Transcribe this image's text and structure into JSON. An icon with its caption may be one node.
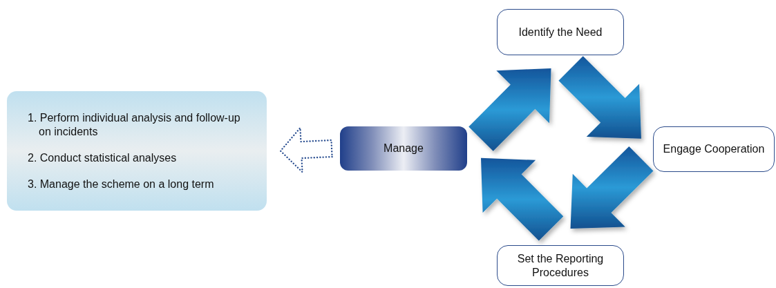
{
  "diagram": {
    "nodes": [
      {
        "text": [
          "1. Perform individual analysis and follow-up on incidents",
          "2. Conduct statistical analyses",
          "3. Manage the scheme on a long term"
        ]
      },
      {
        "text": [
          "Manage"
        ]
      },
      {
        "text": [
          "Identify the Need"
        ]
      },
      {
        "text": [
          "Engage Cooperation"
        ]
      },
      {
        "text": [
          "Set the Reporting Procedures"
        ]
      }
    ],
    "edges": [
      {
        "from": 1,
        "to": 0,
        "arrow": "to",
        "style": "dashed",
        "color": "#2b4f91"
      },
      {
        "from": 1,
        "to": 2,
        "arrow": "to",
        "style": "thick"
      },
      {
        "from": 2,
        "to": 3,
        "arrow": "to",
        "style": "thick"
      },
      {
        "from": 3,
        "to": 4,
        "arrow": "to",
        "style": "thick"
      },
      {
        "from": 4,
        "to": 1,
        "arrow": "to",
        "style": "thick"
      }
    ]
  }
}
